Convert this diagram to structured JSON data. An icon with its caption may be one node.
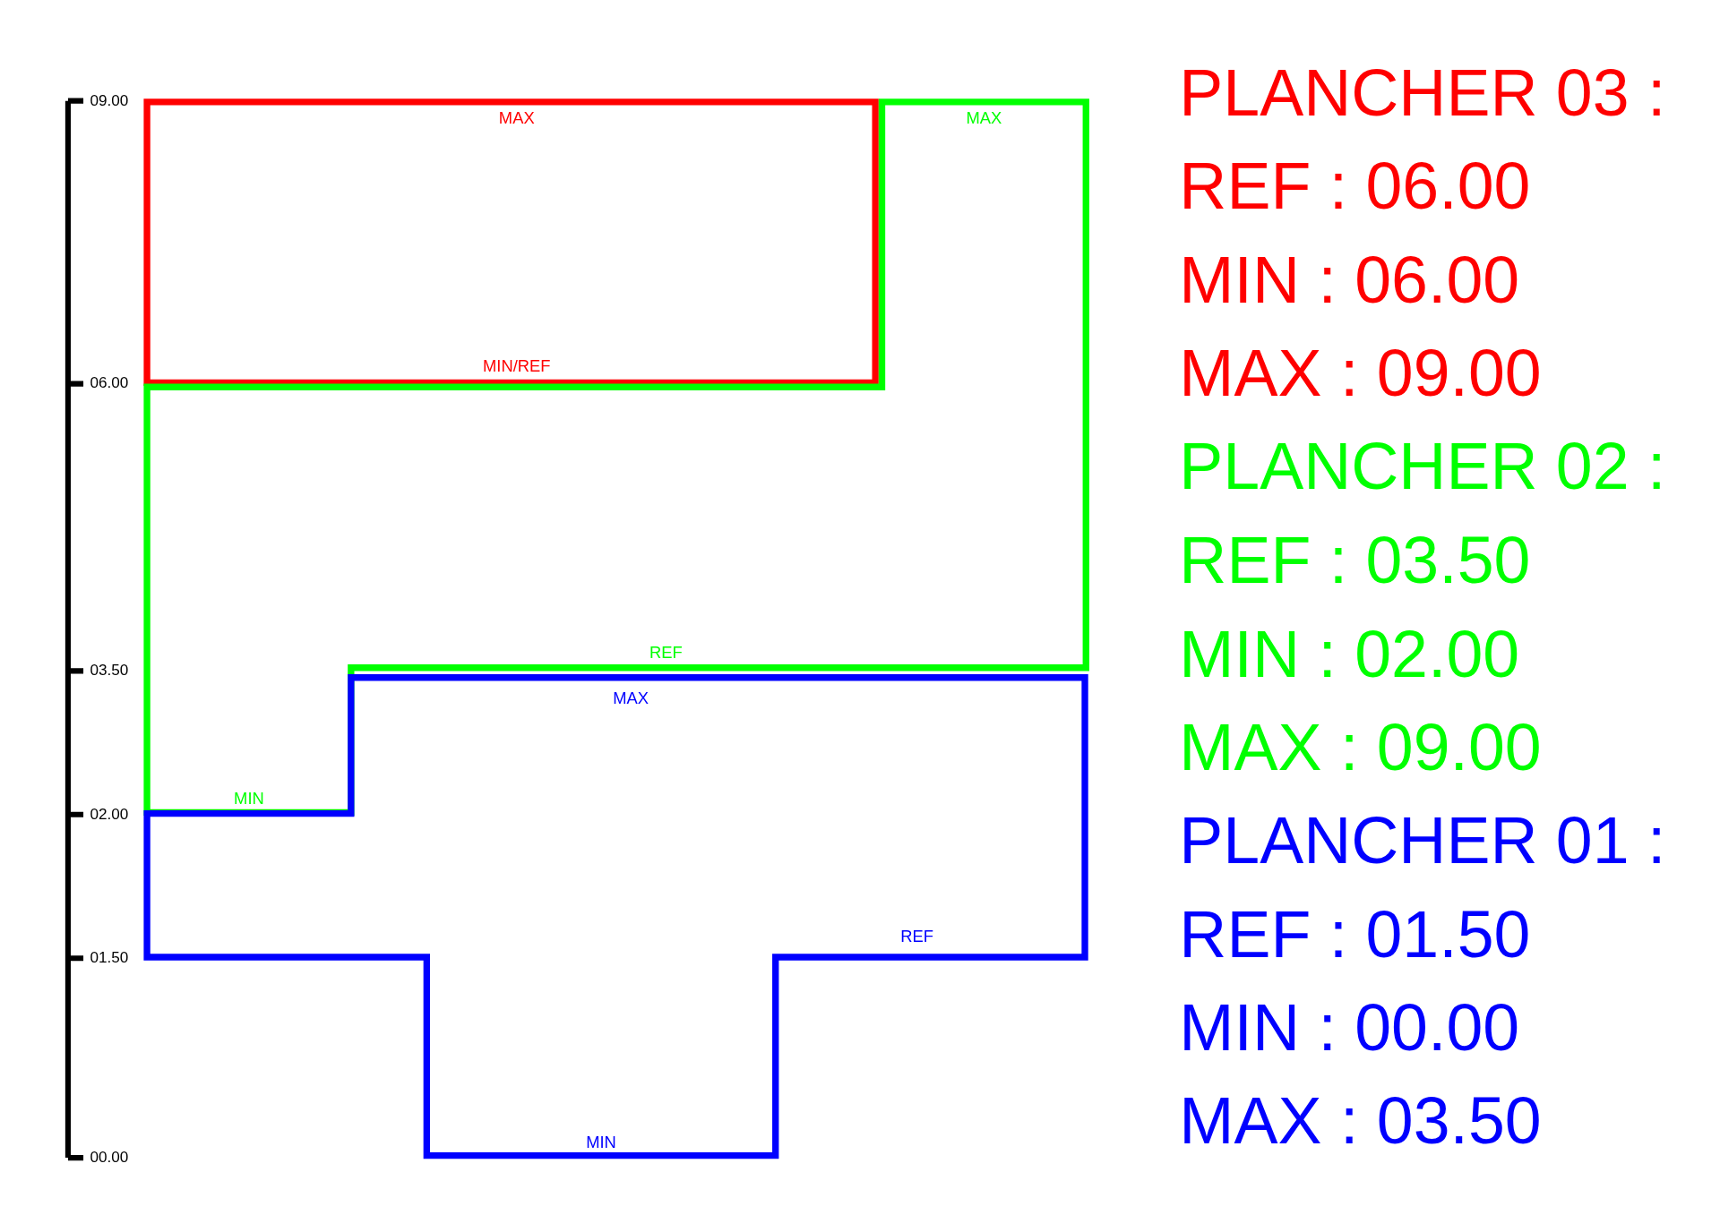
{
  "diagram": {
    "nodes": [
      {
        "text": [
          "MAX",
          "MIN/REF"
        ]
      },
      {
        "text": [
          "MAX",
          "REF",
          "MIN"
        ]
      },
      {
        "text": [
          "MAX",
          "REF",
          "MIN"
        ]
      }
    ],
    "labels": [
      "09.00",
      "06.00",
      "03.50",
      "02.00",
      "01.50",
      "00.00",
      "PLANCHER 03 :",
      "REF : 06.00",
      "MIN : 06.00",
      "MAX : 09.00",
      "PLANCHER 02 :",
      "REF : 03.50",
      "MIN : 02.00",
      "MAX : 09.00",
      "PLANCHER 01 :",
      "REF : 01.50",
      "MIN : 00.00",
      "MAX : 03.50"
    ]
  }
}
